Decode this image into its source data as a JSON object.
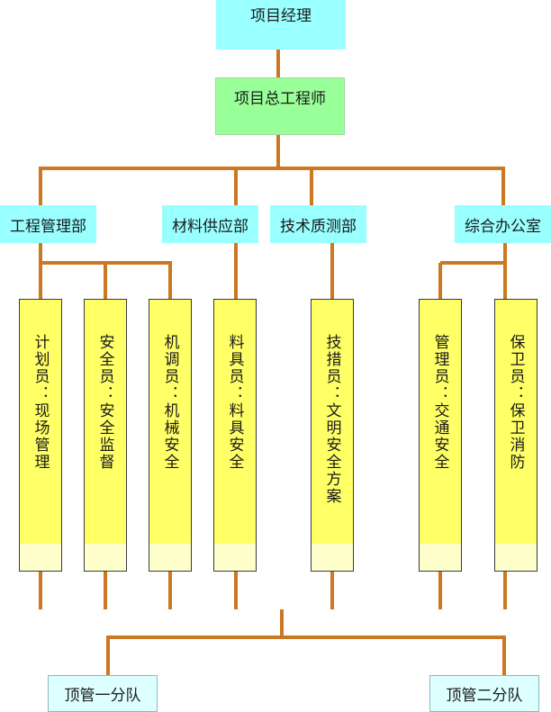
{
  "nodes": {
    "manager": "项目经理",
    "chief_engineer": "项目总工程师",
    "engineering_dept": "工程管理部",
    "materials_dept": "材料供应部",
    "tech_quality_dept": "技术质测部",
    "general_office": "综合办公室",
    "team_one": "顶管一分队",
    "team_two": "顶管二分队"
  },
  "roles": [
    "计划员：现场管理",
    "安全员：安全监督",
    "机调员：机械安全",
    "料具员：料具安全",
    "技措员：文明安全方案",
    "管理员：交通安全",
    "保卫员：保卫消防"
  ],
  "colors": {
    "line": "#cc7722",
    "top_box": "#99ffff",
    "chief_box": "#99ff99",
    "column": "#ffff66",
    "column_bottom": "#ffffcc",
    "bottom_box": "#ddffff"
  }
}
